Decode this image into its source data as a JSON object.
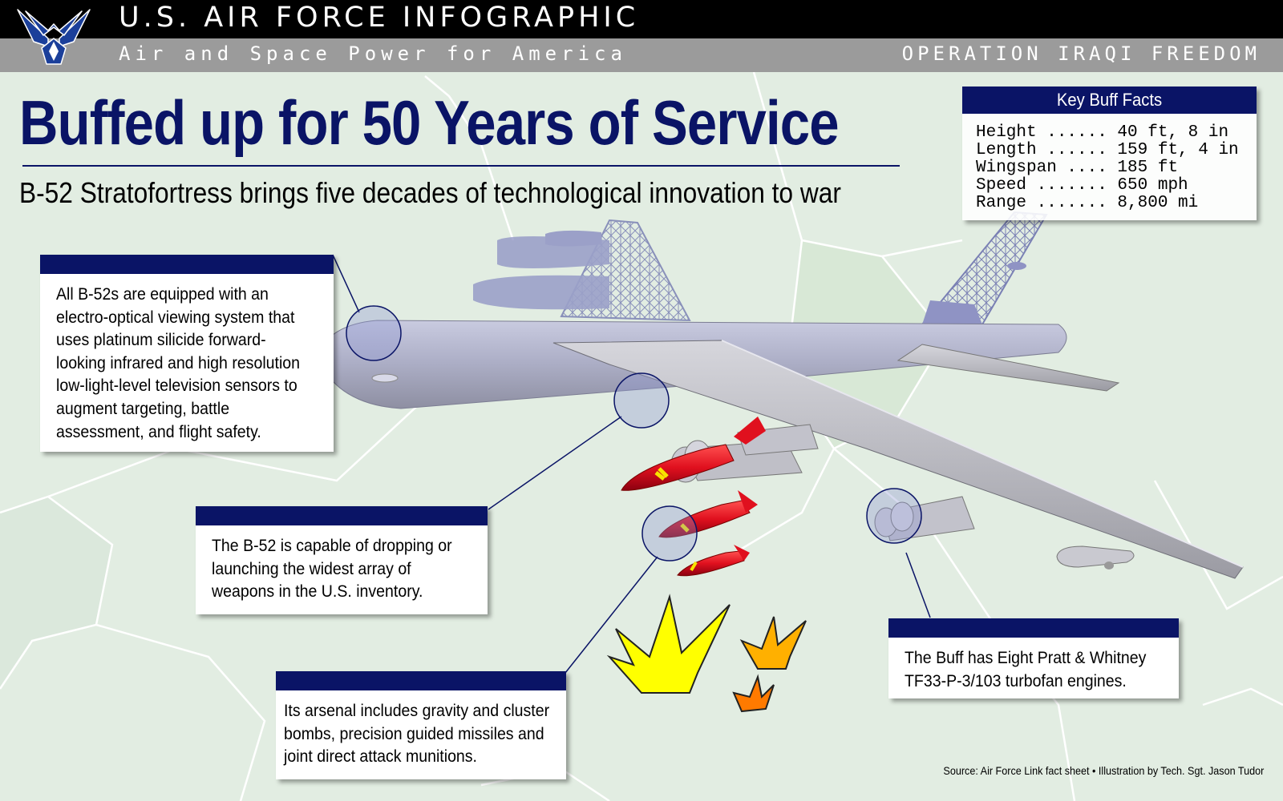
{
  "header": {
    "title": "U.S. AIR FORCE INFOGRAPHIC",
    "tagline": "Air and Space Power for America",
    "operation": "OPERATION IRAQI FREEDOM"
  },
  "headline": "Buffed up for 50 Years of Service",
  "subheadline": "B-52 Stratofortress brings five decades of technological innovation to war",
  "key_facts": {
    "title": "Key Buff Facts",
    "rows": [
      "Height ...... 40 ft, 8 in",
      "Length ...... 159 ft, 4 in",
      "Wingspan .... 185 ft",
      "Speed ....... 650 mph",
      "Range ....... 8,800 mi"
    ]
  },
  "callouts": {
    "sensors": "All B-52s are equipped with an electro-optical viewing system that uses platinum silicide forward-looking infrared and high resolution low-light-level television sensors to augment targeting, battle assessment, and flight safety.",
    "weapons": "The B-52 is capable of dropping or launching the widest array of weapons in the U.S. inventory.",
    "arsenal": "Its arsenal includes gravity and cluster bombs, precision guided missiles and joint direct attack munitions.",
    "engines": "The Buff has Eight Pratt & Whitney TF33-P-3/103 turbofan engines."
  },
  "source": "Source: Air Force Link fact sheet  • Illustration by Tech. Sgt. Jason Tudor",
  "colors": {
    "navy": "#0a1466",
    "map_background": "#e2ede2",
    "bomb_red": "#e0101e",
    "explosion_yellow": "#ffff00"
  }
}
